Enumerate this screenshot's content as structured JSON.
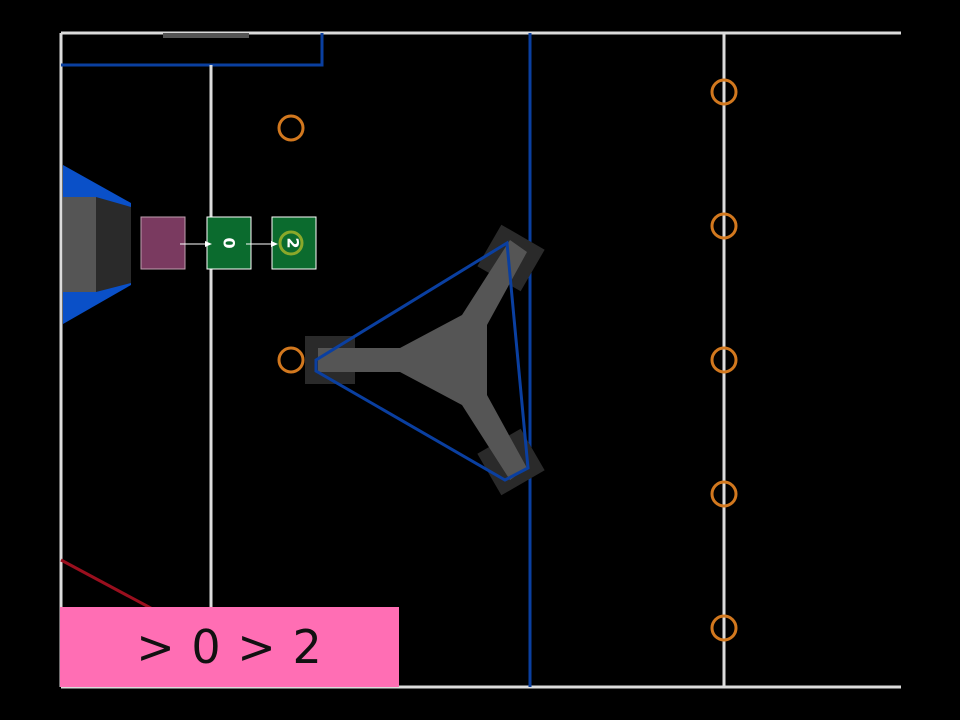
{
  "colors": {
    "background": "#000000",
    "field_line": "#dcdcdc",
    "alliance_blue": "#0a3fa0",
    "alliance_blue_fill": "#0a50c8",
    "alliance_red": "#9a0f1e",
    "robot_gray": "#555555",
    "robot_dark": "#2a2a2a",
    "ring_orange": "#d2781e",
    "ring_green": "#8aa82a",
    "node_start": "#7a3a60",
    "node_green": "#0b6b2e",
    "node_border": "#ffffff",
    "banner_pink": "#ff6eb4"
  },
  "path": {
    "nodes": [
      {
        "label": "",
        "kind": "start"
      },
      {
        "label": "0",
        "kind": "waypoint"
      },
      {
        "label": "2",
        "kind": "waypoint-with-ring"
      }
    ]
  },
  "rings": {
    "count_total": 8,
    "icon": "ring-icon"
  },
  "status": {
    "text": "> 0 > 2"
  }
}
